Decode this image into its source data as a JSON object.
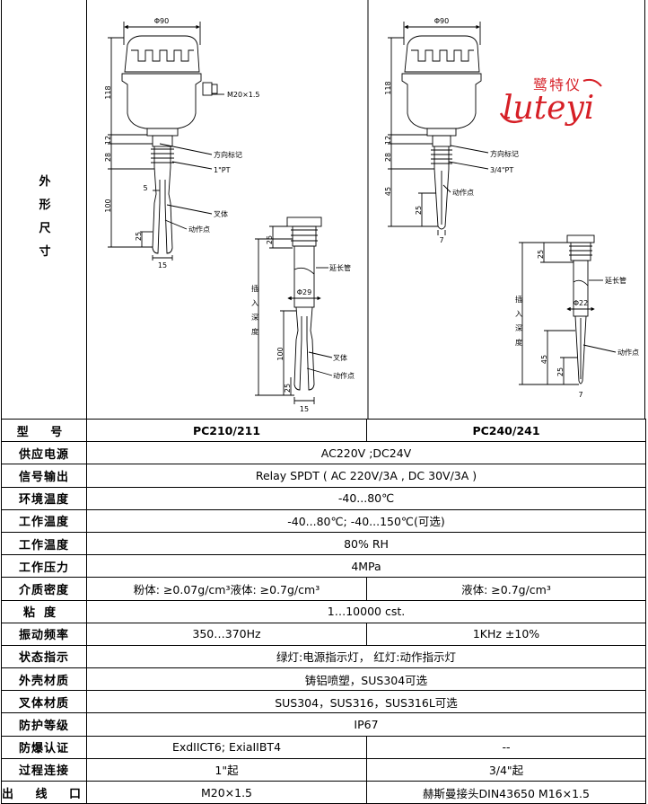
{
  "side_label": [
    "外",
    "形",
    "尺",
    "寸"
  ],
  "logo": {
    "cn": "鹭特仪",
    "en": "luteyi",
    "color": "#d61f26"
  },
  "drawing_labels": {
    "phi90": "Φ90",
    "h118": "118",
    "h12": "12",
    "h28": "28",
    "h100": "100",
    "h25": "25",
    "w5": "5",
    "w15": "15",
    "m20": "M20×1.5",
    "direction_mark": "方向标记",
    "thread1": "1\"PT",
    "fork": "叉体",
    "action_point": "动作点",
    "insert_depth": [
      "插",
      "入",
      "深",
      "度"
    ],
    "extension": "延长管",
    "phi29": "Φ29",
    "h45": "45",
    "w7": "7",
    "thread34": "3/4\"PT",
    "phi22": "Φ22"
  },
  "table": {
    "rows": [
      {
        "name": "型   号",
        "cells": [
          "PC210/211",
          "PC240/241"
        ],
        "split": true,
        "model": true
      },
      {
        "name": "供应电源",
        "cells": [
          "AC220V ;DC24V"
        ],
        "split": false
      },
      {
        "name": "信号输出",
        "cells": [
          "Relay SPDT ( AC 220V/3A , DC 30V/3A )"
        ],
        "split": false
      },
      {
        "name": "环境温度",
        "cells": [
          "-40...80℃"
        ],
        "split": false
      },
      {
        "name": "工作温度",
        "cells": [
          "-40...80℃; -40...150℃(可选)"
        ],
        "split": false
      },
      {
        "name": "工作温度",
        "cells": [
          "80% RH"
        ],
        "split": false
      },
      {
        "name": "工作压力",
        "cells": [
          "4MPa"
        ],
        "split": false
      },
      {
        "name": "介质密度",
        "cells": [
          "粉体: ≥0.07g/cm³液体: ≥0.7g/cm³",
          "液体: ≥0.7g/cm³"
        ],
        "split": true
      },
      {
        "name": "粘度",
        "cells": [
          "1…10000 cst."
        ],
        "split": false
      },
      {
        "name": "振动频率",
        "cells": [
          "350…370Hz",
          "1KHz  ±10%"
        ],
        "split": true
      },
      {
        "name": "状态指示",
        "cells": [
          "绿灯:电源指示灯， 红灯:动作指示灯"
        ],
        "split": false
      },
      {
        "name": "外壳材质",
        "cells": [
          "铸铝喷塑，SUS304可选"
        ],
        "split": false
      },
      {
        "name": "叉体材质",
        "cells": [
          "SUS304，SUS316，SUS316L可选"
        ],
        "split": false
      },
      {
        "name": "防护等级",
        "cells": [
          "IP67"
        ],
        "split": false
      },
      {
        "name": "防爆认证",
        "cells": [
          "ExdIICT6; ExiaIIBT4",
          "--"
        ],
        "split": true
      },
      {
        "name": "过程连接",
        "cells": [
          "1\"起",
          "3/4\"起"
        ],
        "split": true
      },
      {
        "name": "出 线 口",
        "cells": [
          "M20×1.5",
          "赫斯曼接头DIN43650 M16×1.5"
        ],
        "split": true
      }
    ]
  }
}
